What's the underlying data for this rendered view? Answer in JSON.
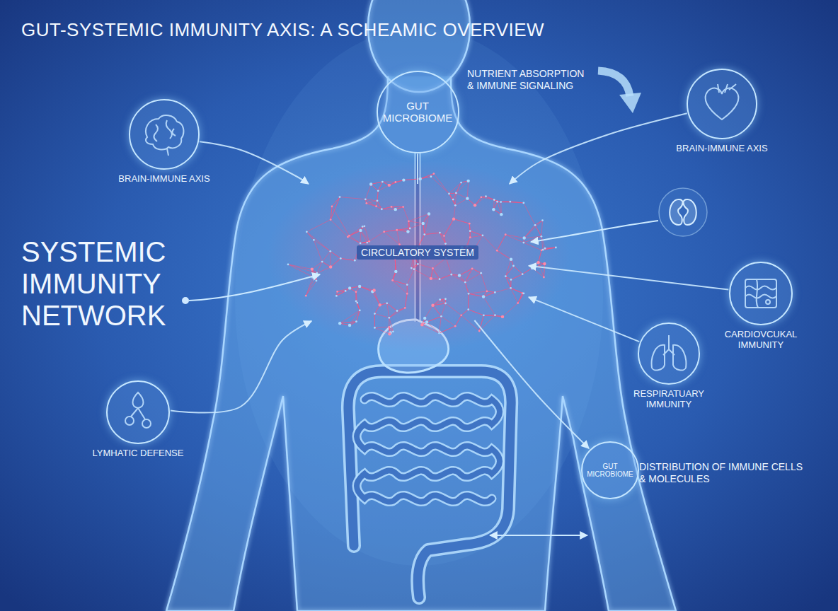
{
  "diagram": {
    "title": "GUT-SYSTEMIC IMMUNITY AXIS: A SCHEAMIC OVERVIEW",
    "nodes": [
      {
        "text": [
          "GUT MICROBIOME"
        ]
      },
      {
        "text": [
          "BRAIN-IMMUNE AXIS"
        ]
      },
      {
        "text": [
          "BRAIN-IMMUNE AXIS"
        ]
      },
      {
        "text": [
          "CIRCULATORY SYSTEM"
        ]
      },
      {
        "text": [
          "CARDIOVCUKAL IMMUNITY"
        ]
      },
      {
        "text": [
          "RESPIRATUARY IMMUNITY"
        ]
      },
      {
        "text": [
          "LYMHATIC DEFENSE"
        ]
      },
      {
        "text": [
          "GUT MICROBIOME"
        ]
      }
    ],
    "edges": [
      {
        "from": 1,
        "to": 3,
        "arrow": "to"
      },
      {
        "from": 2,
        "to": 3,
        "arrow": "to"
      },
      {
        "from": 0,
        "to": 3,
        "arrow": "none"
      },
      {
        "from": 4,
        "to": 3,
        "arrow": "to"
      },
      {
        "from": 5,
        "to": 3,
        "arrow": "to"
      },
      {
        "from": 6,
        "to": 3,
        "arrow": "to"
      },
      {
        "from": 3,
        "to": 7,
        "arrow": "to"
      }
    ],
    "labels": [
      "NUTRIENT ABSORPTION & IMMUNE SIGNALING",
      "SYSTEMIC IMMUNITY NETWORK",
      "DISTRIBUTION OF IMMUNE CELLS & MOLECULES"
    ]
  }
}
